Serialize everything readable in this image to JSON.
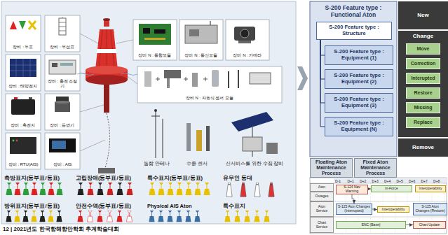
{
  "diagram": {
    "caption": "12 | 2021년도 한국항해항만학회 추계학술대회",
    "nodes": [
      {
        "text": [
          "장비 : 두표"
        ]
      },
      {
        "text": [
          "장비 : 무선표"
        ]
      },
      {
        "text": [
          "장비 : 태양전지"
        ]
      },
      {
        "text": [
          "장비 : 충전 조절기"
        ]
      },
      {
        "text": [
          "장비 : 축전지"
        ]
      },
      {
        "text": [
          "장비 : 등명기"
        ]
      },
      {
        "text": [
          "장비 : RTU(AIS)"
        ]
      },
      {
        "text": [
          "장비 : AIS"
        ]
      },
      {
        "text": [
          "장비 N : 통합모듈"
        ]
      },
      {
        "text": [
          "장비 N : 통신모듈"
        ]
      },
      {
        "text": [
          "장비 N : 카메라"
        ]
      },
      {
        "text": [
          "장비 N : 자동식 센서 모듈"
        ]
      },
      {
        "text": [
          "S-200 Feature type : Functional Aton"
        ]
      },
      {
        "text": [
          "S-200 Feature type : Structure"
        ],
        "in": 12
      },
      {
        "text": [
          "S-200 Feature type : Equipment (1)"
        ],
        "in": 12
      },
      {
        "text": [
          "S-200 Feature type : Equipment (2)"
        ],
        "in": 12
      },
      {
        "text": [
          "S-200 Feature type : Equipment (3)"
        ],
        "in": 12
      },
      {
        "text": [
          "S-200 Feature type : Equipment (N)"
        ],
        "in": 12
      },
      {
        "text": [
          "Floating Aton Maintenance Process"
        ]
      },
      {
        "text": [
          "Fixed Aton Maintenance Process"
        ]
      },
      {
        "text": [
          "New"
        ]
      },
      {
        "text": [
          "Change"
        ]
      },
      {
        "text": [
          "Move"
        ],
        "in": 21
      },
      {
        "text": [
          "Correction"
        ],
        "in": 21
      },
      {
        "text": [
          "Interupted"
        ],
        "in": 21
      },
      {
        "text": [
          "Restore"
        ],
        "in": 21
      },
      {
        "text": [
          "Missing"
        ],
        "in": 21
      },
      {
        "text": [
          "Replace"
        ],
        "in": 21
      },
      {
        "text": [
          "Remove"
        ]
      },
      {
        "text": [
          "Aton"
        ]
      },
      {
        "text": [
          "Outages"
        ]
      },
      {
        "text": [
          "Aton Service"
        ]
      },
      {
        "text": [
          "Chart Service"
        ]
      },
      {
        "text": [
          "S-124 Nav Warning"
        ]
      },
      {
        "text": [
          "In-Force"
        ]
      },
      {
        "text": [
          "Interoperability"
        ]
      },
      {
        "text": [
          "S-125 Aton Changes (Interrupted)"
        ]
      },
      {
        "text": [
          "Interoperability"
        ]
      },
      {
        "text": [
          "S-125 Aton Changes (Restore)"
        ]
      },
      {
        "text": [
          "ENC (Base)"
        ]
      },
      {
        "text": [
          "Chart Update"
        ]
      }
    ],
    "edges": [
      {
        "from": 13,
        "to": 14,
        "arrow": "none"
      },
      {
        "from": 13,
        "to": 15,
        "arrow": "none"
      },
      {
        "from": 13,
        "to": 16,
        "arrow": "none"
      },
      {
        "from": 13,
        "to": 17,
        "arrow": "none"
      },
      {
        "from": 33,
        "to": 34,
        "arrow": "to"
      },
      {
        "from": 33,
        "to": 36,
        "arrow": "to"
      },
      {
        "from": 36,
        "to": 37,
        "arrow": "to"
      },
      {
        "from": 39,
        "to": 40,
        "arrow": "to"
      }
    ],
    "labels": [
      "통합 안테나",
      "수중 센서",
      "신서비스를 위한 수집 장비",
      "측방표지(등부표/등표)",
      "고립장애(등부표/등표)",
      "특수표지(등부표/등표)",
      "유무인 등대",
      "방위표지(등부표/등표)",
      "안전수역(등부표/등표)",
      "Physical AIS Aton",
      "특수표지",
      "D-1",
      "D+1",
      "D+2",
      "D+3",
      "D+4",
      "D+5",
      "D+6",
      "D+7",
      "D+8"
    ]
  }
}
